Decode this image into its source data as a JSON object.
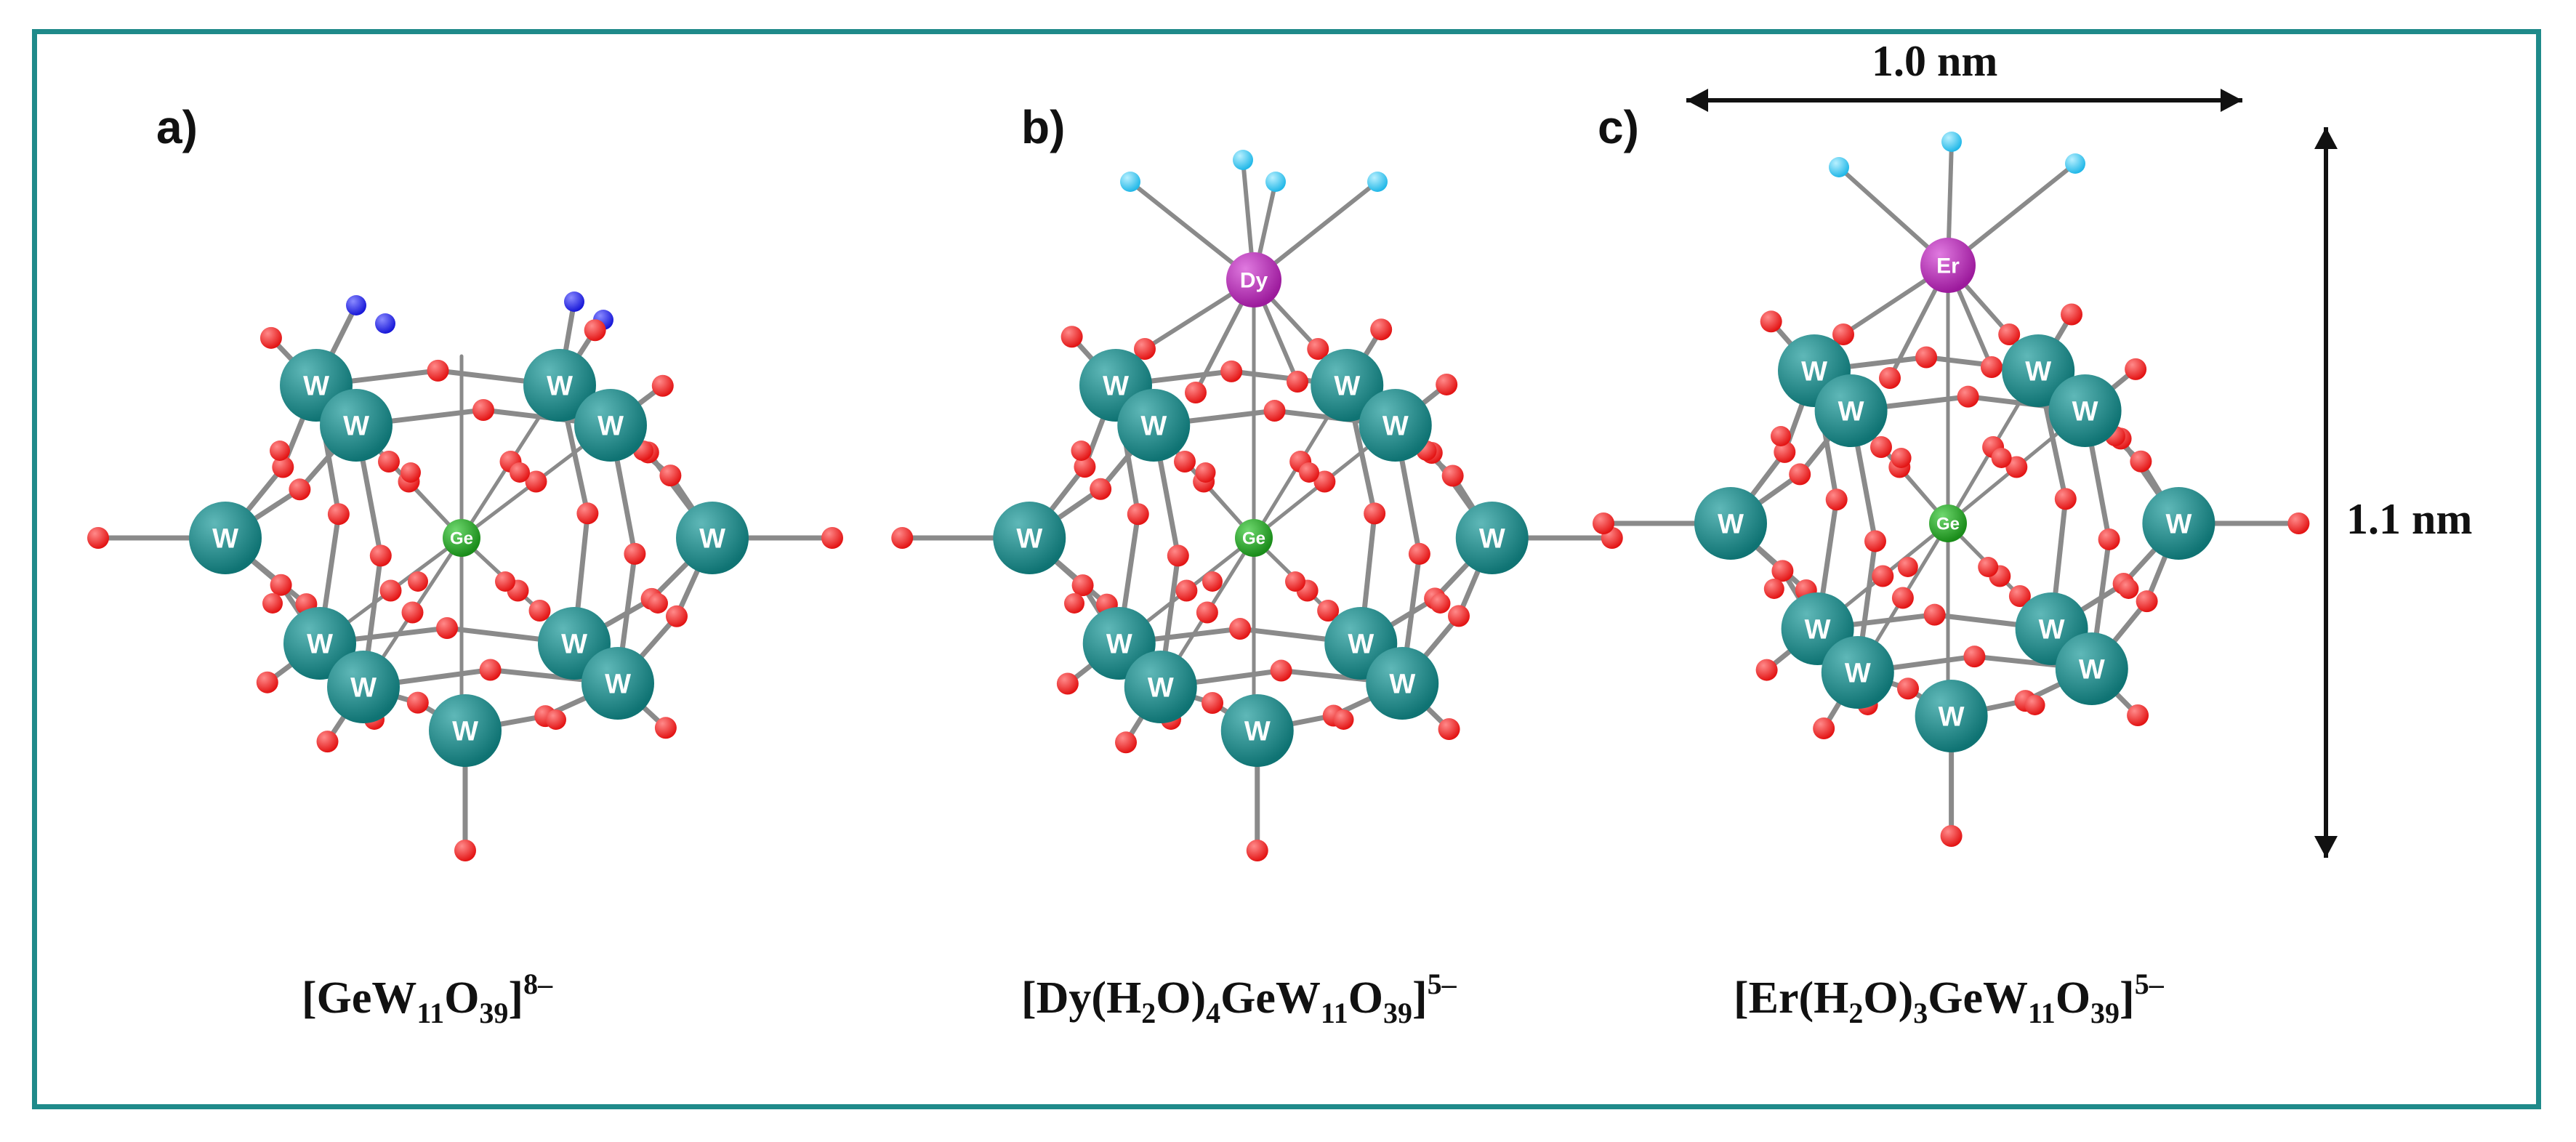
{
  "panels": [
    {
      "letter": "a)",
      "formula": {
        "p1": "[GeW",
        "s1": "11",
        "p2": "O",
        "s2": "39",
        "p3": "]",
        "charge": "8–"
      }
    },
    {
      "letter": "b)",
      "formula": {
        "p1": "[Dy(H",
        "s1": "2",
        "p2": "O)",
        "s2": "4",
        "p3": "GeW",
        "s3": "11",
        "p4": "O",
        "s4": "39",
        "p5": "]",
        "charge": "5–"
      }
    },
    {
      "letter": "c)",
      "formula": {
        "p1": "[Er(H",
        "s1": "2",
        "p2": "O)",
        "s2": "3",
        "p3": "GeW",
        "s3": "11",
        "p4": "O",
        "s4": "39",
        "p5": "]",
        "charge": "5–"
      }
    }
  ],
  "atom_labels": {
    "tungsten": "W",
    "germanium": "Ge",
    "dysprosium": "Dy",
    "erbium": "Er"
  },
  "dimensions": {
    "width": "1.0 nm",
    "height": "1.1 nm"
  },
  "colors": {
    "frame": "#1f8a8a",
    "tungsten": "#0f7373",
    "oxygen": "#e31414",
    "germanium": "#1a8c1a",
    "lanthanide": "#9c1a9c",
    "water_oxygen_a": "#1818d8",
    "water_oxygen_bc": "#22b8e8",
    "bond": "#8a8a8a"
  }
}
